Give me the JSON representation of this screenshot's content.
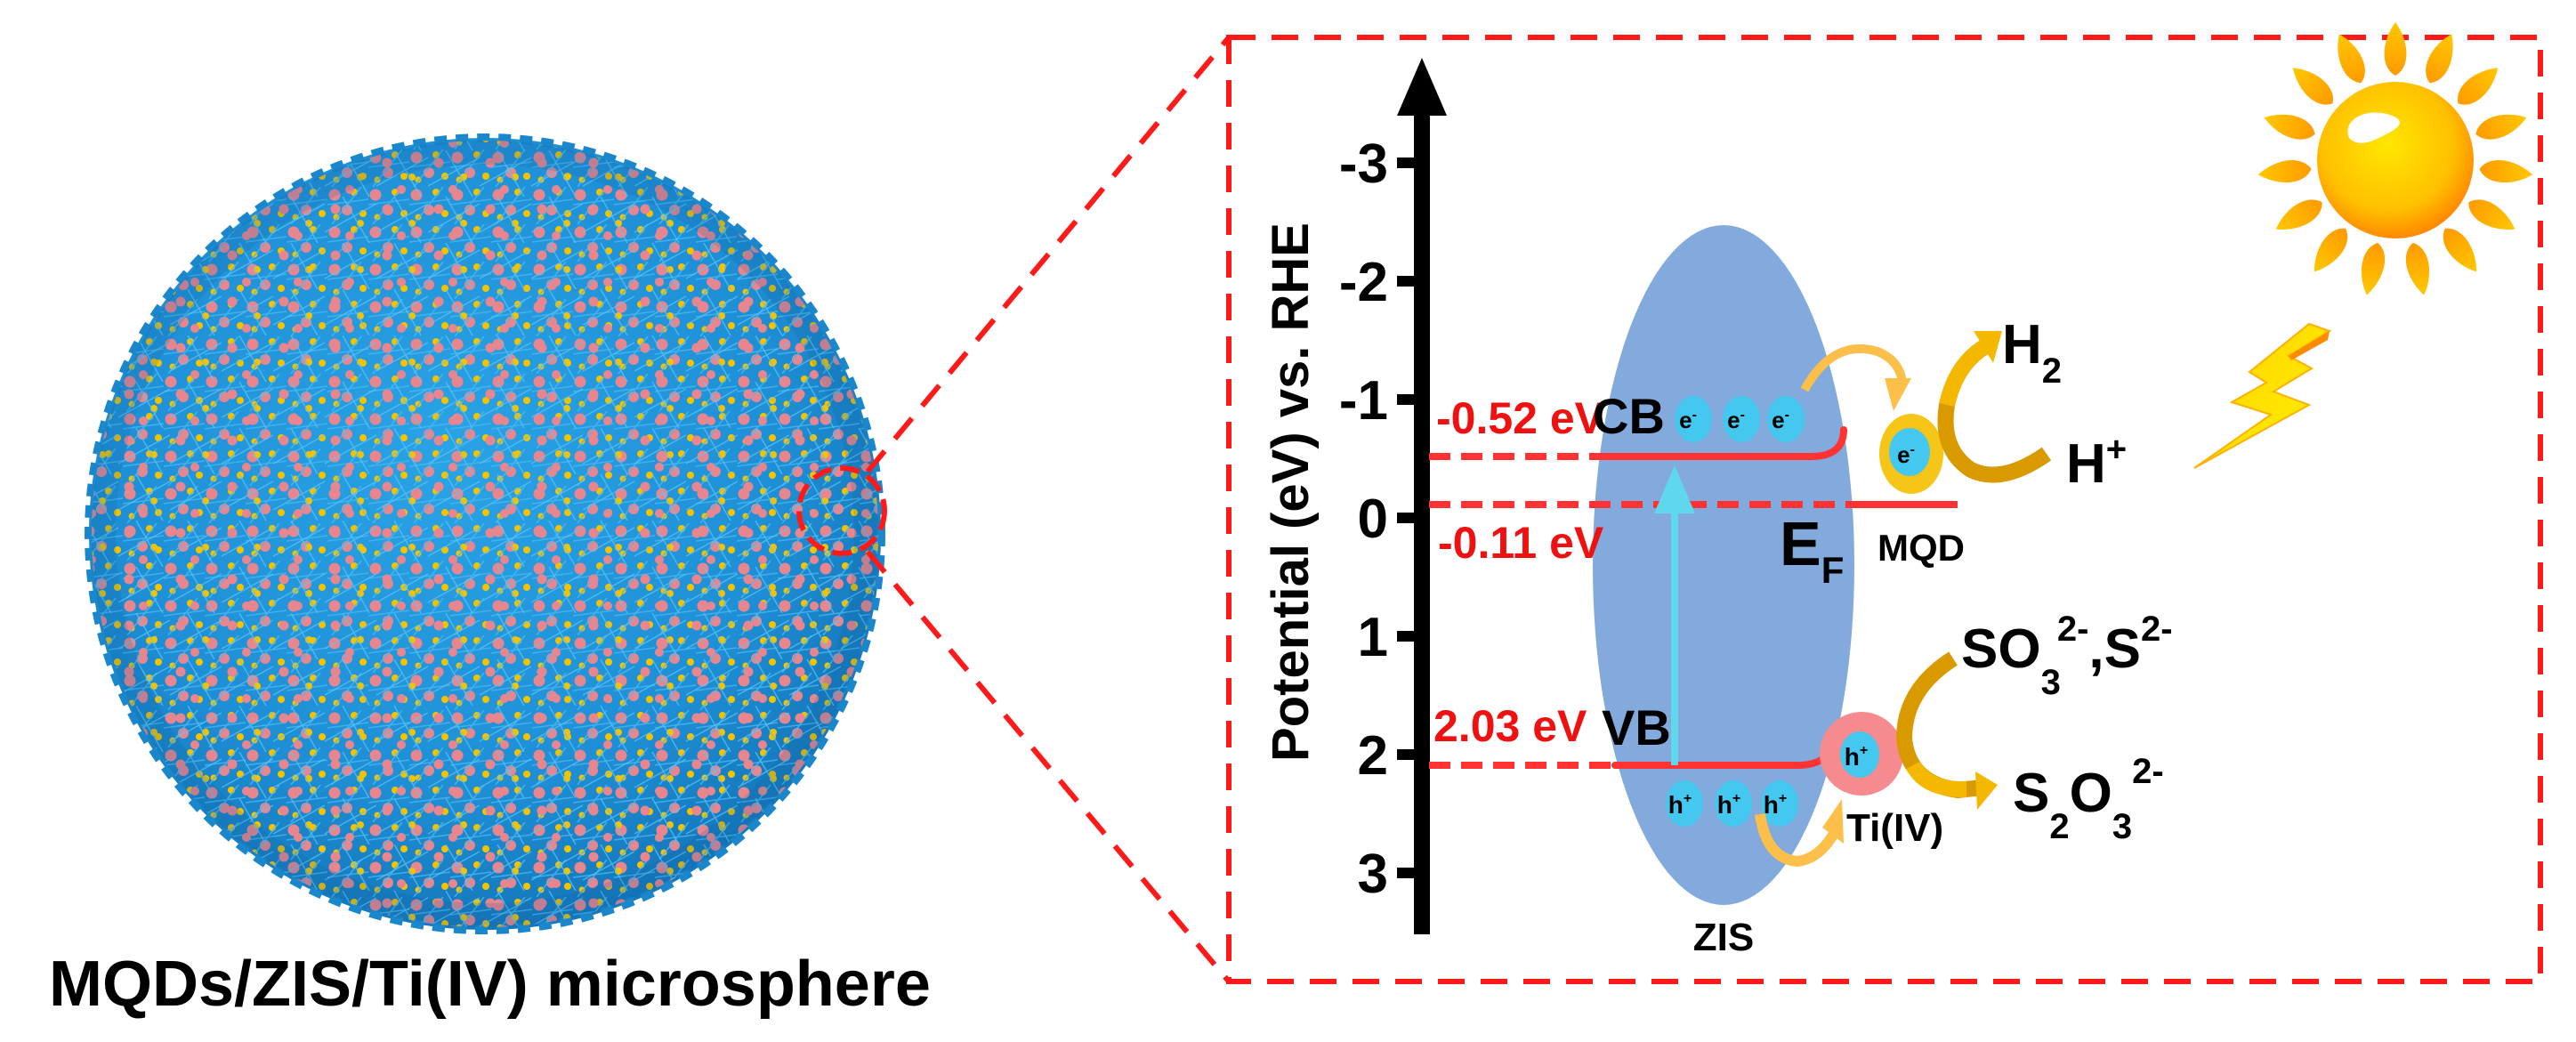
{
  "figure": {
    "caption": "MQDs/ZIS/Ti(IV) microsphere",
    "colors": {
      "frame_dash": "#ff1a1a",
      "energy_line": "#ff3333",
      "energy_label": "#ee1111",
      "zis_ellipse": "#82aadc",
      "carrier_fill": "#44c8f0",
      "excitation_arrow": "#5fd8ee",
      "mqd_shell": "#f5c518",
      "ti_iv_shell": "#f58a8f",
      "reaction_arrow_gold": "#f5b800",
      "reaction_arrow_dark": "#d99a00",
      "transfer_arrow": "#fbbf4a",
      "sphere_blue": "#1e8fd6",
      "sphere_dot_pink": "#e8868f",
      "sphere_dot_yellow": "#f3c300"
    }
  },
  "axis": {
    "label": "Potential (eV) vs. RHE",
    "ticks": [
      "-3",
      "-2",
      "-1",
      "0",
      "1",
      "2",
      "3"
    ]
  },
  "levels": {
    "cb_value": "-0.52 eV",
    "cb_label": "CB",
    "ef_value": "-0.11 eV",
    "ef_label_main": "E",
    "ef_label_sub": "F",
    "vb_value": "2.03 eV",
    "vb_label": "VB"
  },
  "carriers": {
    "electron": "e",
    "electron_sup": "-",
    "hole": "h",
    "hole_sup": "+"
  },
  "components": {
    "zis": "ZIS",
    "mqd": "MQD",
    "ti_iv": "Ti(IV)"
  },
  "reactions": {
    "h2_main": "H",
    "h2_sub": "2",
    "hplus_main": "H",
    "hplus_sup": "+",
    "sacrificial": {
      "so3_main": "SO",
      "so3_sub": "3",
      "so3_sup": "2-",
      "comma": ",",
      "s_main": "S",
      "s_sup": "2-"
    },
    "product": {
      "s_main": "S",
      "s_sub": "2",
      "o_main": "O",
      "o_sub": "3",
      "sup": "2-"
    }
  },
  "chart_data": {
    "type": "band-diagram",
    "title": "",
    "ylabel": "Potential (eV) vs. RHE",
    "ylim": [
      3,
      -3
    ],
    "y_ticks": [
      -3,
      -2,
      -1,
      0,
      1,
      2,
      3
    ],
    "levels": [
      {
        "name": "CB (ZIS)",
        "value": -0.52
      },
      {
        "name": "E_F (MQD)",
        "value": -0.11
      },
      {
        "name": "VB (ZIS)",
        "value": 2.03
      }
    ],
    "annotations": [
      "ZIS",
      "MQD",
      "Ti(IV)",
      "H+ -> H2",
      "SO3 2-, S2- -> S2O3 2-"
    ]
  }
}
